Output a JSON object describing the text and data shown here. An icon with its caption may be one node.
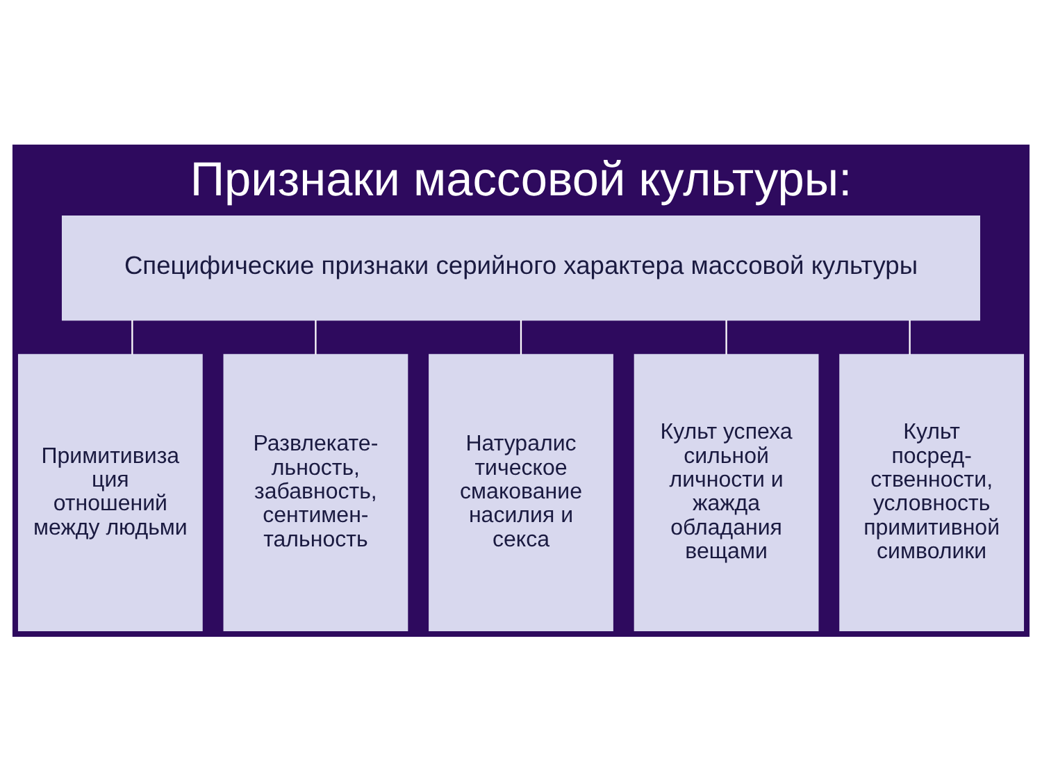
{
  "diagram": {
    "title": "Признаки массовой культуры:",
    "nodes": [
      {
        "text": [
          "Специфические признаки серийного характера массовой культуры"
        ]
      },
      {
        "text": [
          "Примитивиза ция отношений между людьми"
        ]
      },
      {
        "text": [
          "Развлекате- льность, забавность, сентимен- тальность"
        ]
      },
      {
        "text": [
          "Натуралис тическое смакование насилия и секса"
        ]
      },
      {
        "text": [
          "Культ успеха сильной личности и жажда обладания вещами"
        ]
      },
      {
        "text": [
          "Культ посред- ственности, условность примитивной символики"
        ]
      }
    ],
    "edges": [
      {
        "from": 0,
        "to": 1,
        "arrow": "none"
      },
      {
        "from": 0,
        "to": 2,
        "arrow": "none"
      },
      {
        "from": 0,
        "to": 3,
        "arrow": "none"
      },
      {
        "from": 0,
        "to": 4,
        "arrow": "none"
      },
      {
        "from": 0,
        "to": 5,
        "arrow": "none"
      }
    ]
  }
}
